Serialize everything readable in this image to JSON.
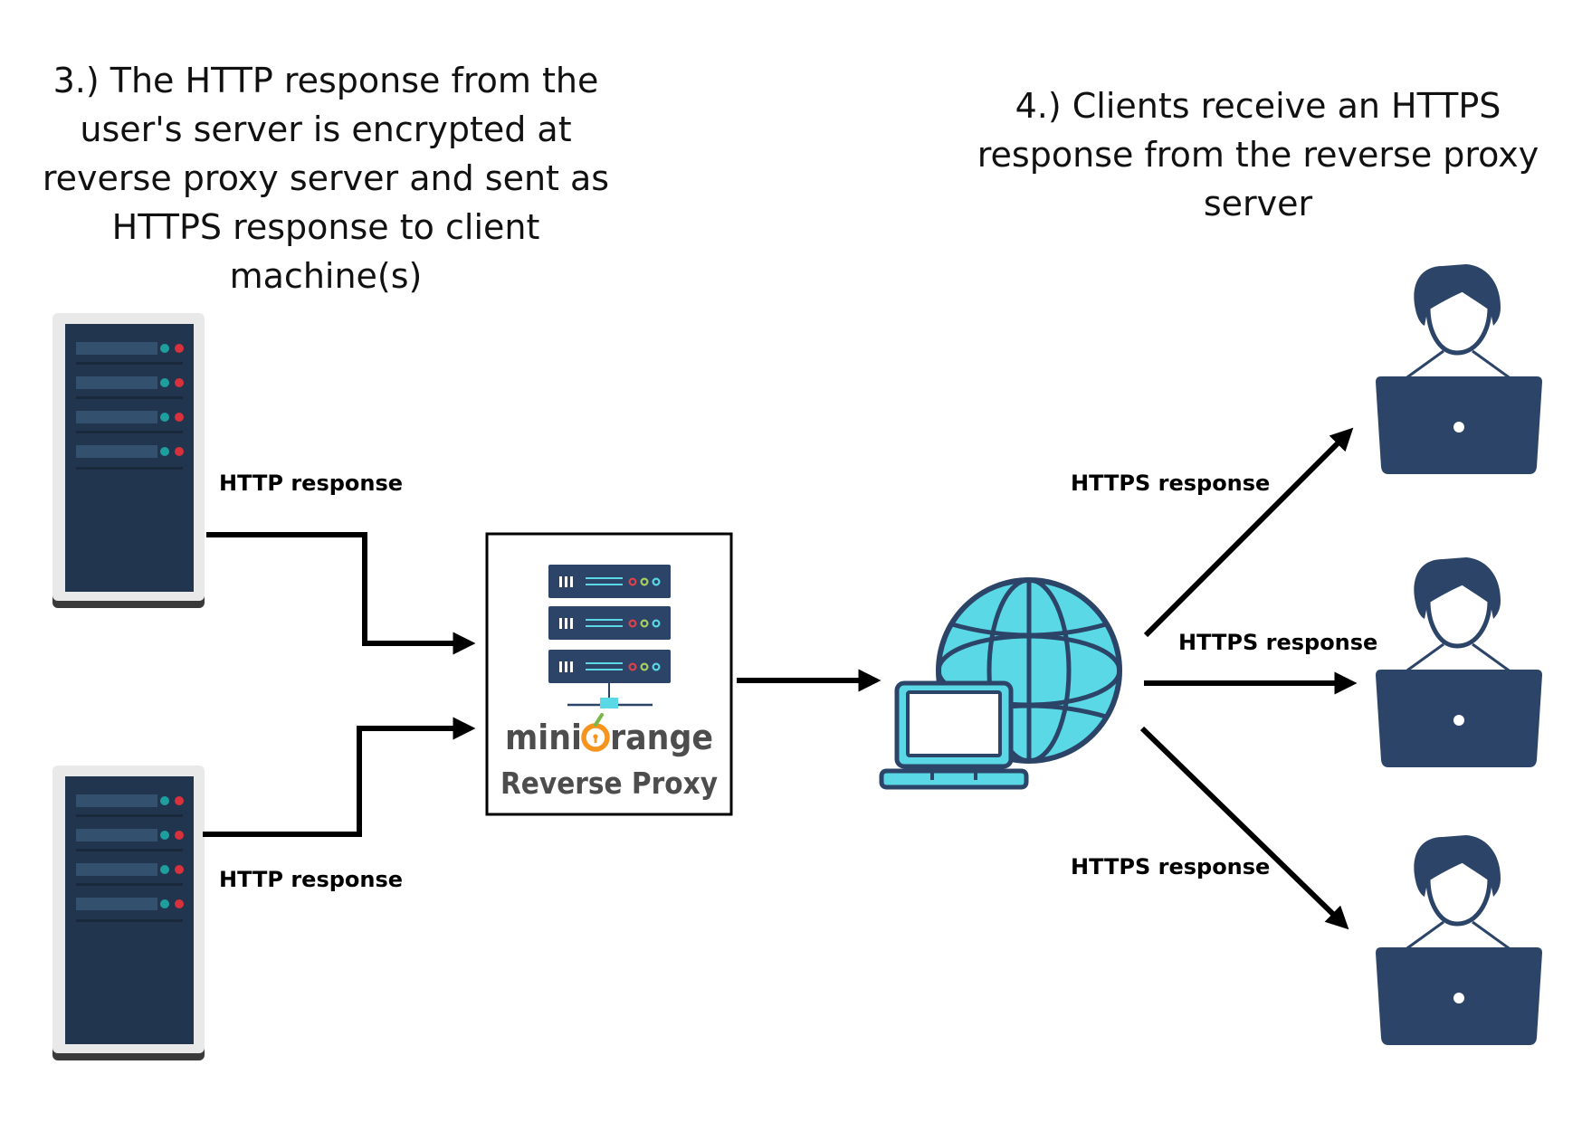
{
  "captions": {
    "step3": "3.) The HTTP response from the\nuser's server is encrypted at\nreverse proxy server and sent as\nHTTPS response to client\nmachine(s)",
    "step4": "4.) Clients receive an HTTPS\nresponse from the reverse proxy\nserver"
  },
  "edges": {
    "server1": "HTTP response",
    "server2": "HTTP response",
    "client_top": "HTTPS response",
    "client_mid": "HTTPS response",
    "client_bottom": "HTTPS response"
  },
  "proxy": {
    "brand_prefix": "mini",
    "brand_suffix": "range",
    "product": "Reverse Proxy"
  },
  "colors": {
    "navy": "#2b4468",
    "globe": "#5ad8e6",
    "brand_orange": "#f7941d",
    "brand_grey": "#4d4d4d"
  }
}
